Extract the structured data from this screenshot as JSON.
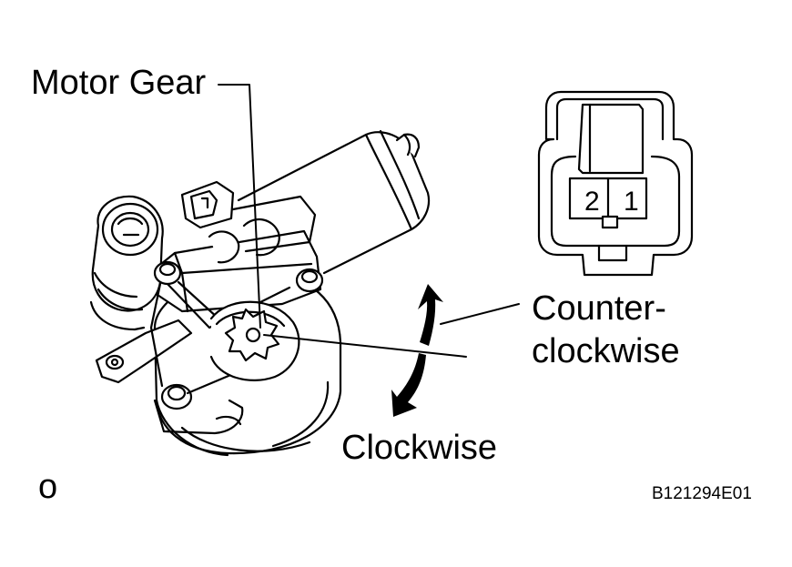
{
  "labels": {
    "motor_gear": "Motor Gear",
    "counter_clockwise": "Counter-\nclockwise",
    "clockwise": "Clockwise",
    "corner_mark": "o",
    "figure_code": "B121294E01"
  },
  "connector": {
    "pins": [
      "2",
      "1"
    ]
  },
  "colors": {
    "line": "#000000",
    "background": "#ffffff"
  }
}
